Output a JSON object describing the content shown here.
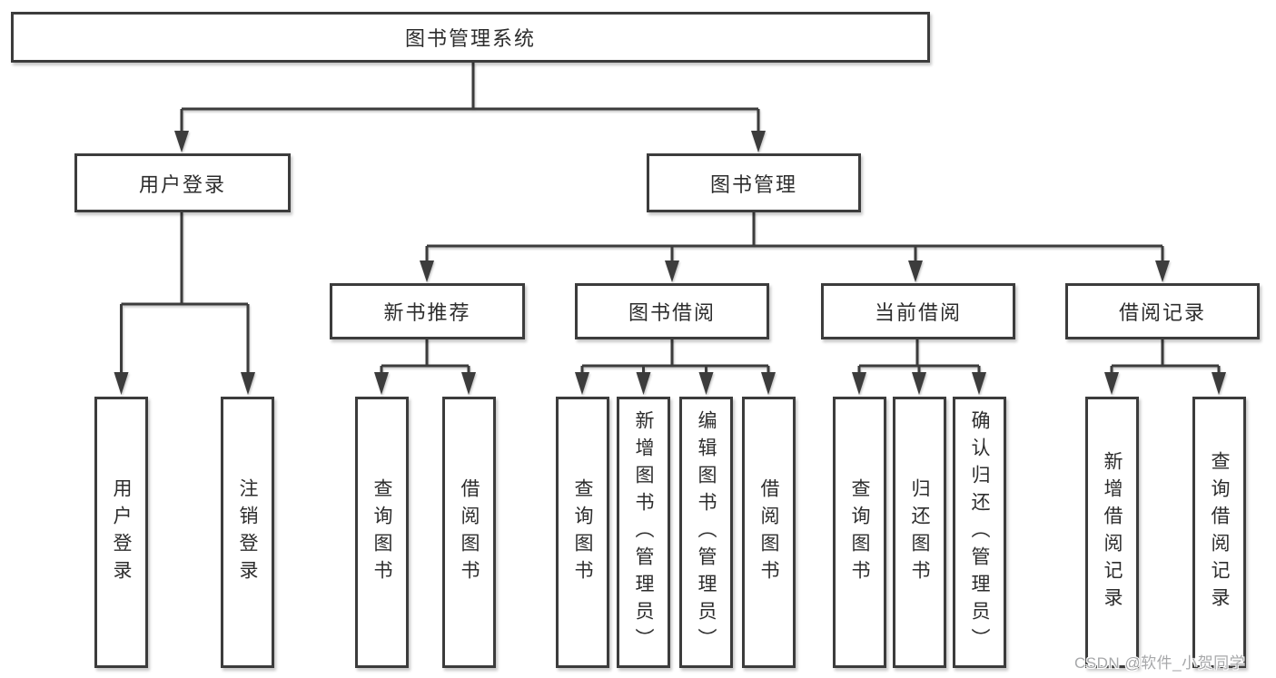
{
  "colors": {
    "line": "#3c3c3c",
    "text": "#2d2d2d",
    "box_fill": "#ffffff",
    "background": "#ffffff",
    "watermark": "#a7a8aa"
  },
  "watermark": {
    "text": "CSDN @软件_小贺同学"
  },
  "tree": {
    "root": {
      "label": "图书管理系统",
      "children": [
        {
          "label": "用户登录",
          "children": [
            {
              "label": "用户登录"
            },
            {
              "label": "注销登录"
            }
          ]
        },
        {
          "label": "图书管理",
          "children": [
            {
              "label": "新书推荐",
              "children": [
                {
                  "label": "查询图书"
                },
                {
                  "label": "借阅图书"
                }
              ]
            },
            {
              "label": "图书借阅",
              "children": [
                {
                  "label": "查询图书"
                },
                {
                  "label": "新增图书（管理员）"
                },
                {
                  "label": "编辑图书（管理员）"
                },
                {
                  "label": "借阅图书"
                }
              ]
            },
            {
              "label": "当前借阅",
              "children": [
                {
                  "label": "查询图书"
                },
                {
                  "label": "归还图书"
                },
                {
                  "label": "确认归还（管理员）"
                }
              ]
            },
            {
              "label": "借阅记录",
              "children": [
                {
                  "label": "新增借阅记录"
                },
                {
                  "label": "查询借阅记录"
                }
              ]
            }
          ]
        }
      ]
    }
  }
}
